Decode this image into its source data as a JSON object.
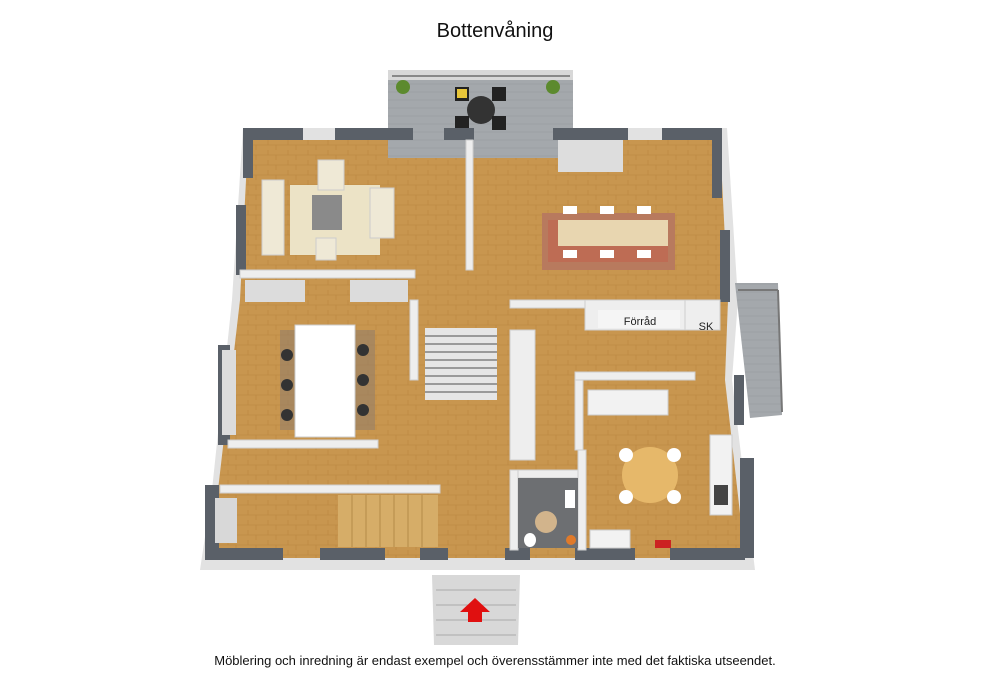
{
  "page": {
    "title": "Bottenvåning",
    "disclaimer": "Möblering och inredning är endast exempel och överensstämmer inte med det faktiska utseendet."
  },
  "labels": {
    "storage": "Förråd",
    "closet": "SK"
  },
  "colors": {
    "wall": "#5a6068",
    "wall_top": "#f0f0f0",
    "floor": "#c8964f",
    "deck": "#9ea2a6",
    "entry_arrow": "#e01010"
  }
}
